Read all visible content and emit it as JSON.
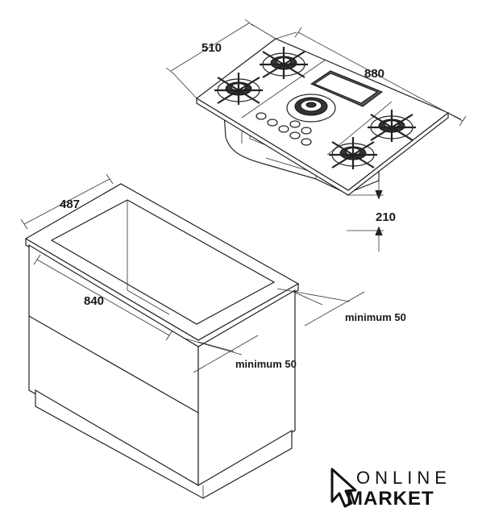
{
  "diagram": {
    "hob_width": "880",
    "hob_depth": "510",
    "hob_height": "210",
    "cutout_depth": "487",
    "cutout_width": "840",
    "min_clearance_side": "minimum 50",
    "min_clearance_front": "minimum 50"
  },
  "logo": {
    "line1": "ONLINE",
    "line2": "MARKET"
  },
  "colors": {
    "line": "#222222",
    "background": "#ffffff"
  }
}
